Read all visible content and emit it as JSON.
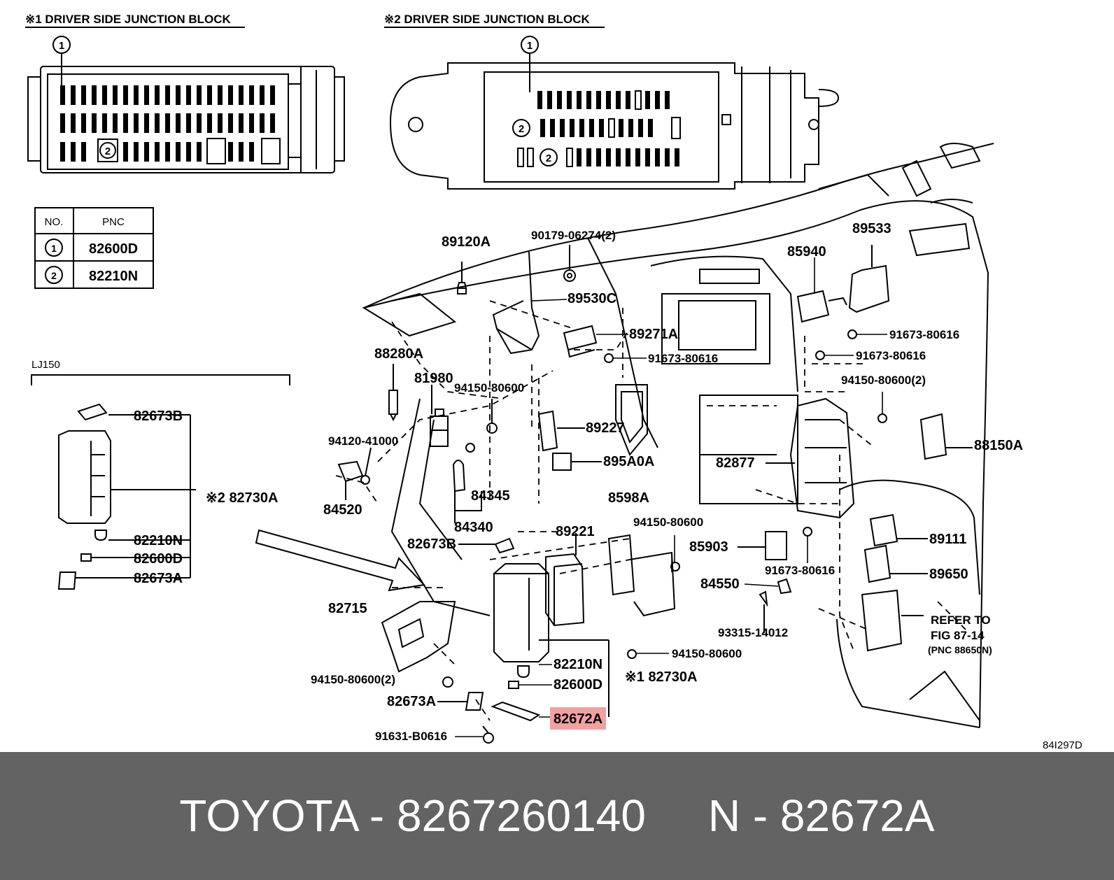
{
  "header": {
    "jb1_title": "※1 DRIVER SIDE JUNCTION BLOCK",
    "jb2_title": "※2 DRIVER SIDE JUNCTION BLOCK",
    "marker_1": "1",
    "marker_2": "2"
  },
  "pnc_table": {
    "col_no": "NO.",
    "col_pnc": "PNC",
    "rows": [
      {
        "no": "1",
        "pnc": "82600D"
      },
      {
        "no": "2",
        "pnc": "82210N"
      }
    ]
  },
  "variant_label": "LJ150",
  "part_labels": {
    "p82673B_left": "82673B",
    "p82730A_left": "※2 82730A",
    "p82210N_left": "82210N",
    "p82600D_left": "82600D",
    "p82673A_left": "82673A",
    "p89120A": "89120A",
    "p90179": "90179-06274(2)",
    "p89530C": "89530C",
    "p89271A": "89271A",
    "p91673_a": "91673-80616",
    "p88280A": "88280A",
    "p81980": "81980",
    "p94150_a": "94150-80600",
    "p89227": "89227",
    "p94120": "94120-41000",
    "p895A0A": "895A0A",
    "p84345": "84345",
    "p84520": "84520",
    "p84340": "84340",
    "p82673B_mid": "82673B",
    "p89221": "89221",
    "p8598A": "8598A",
    "p94150_b": "94150-80600",
    "p82877": "82877",
    "p85940": "85940",
    "p89533": "89533",
    "p91673_b": "91673-80616",
    "p91673_c": "91673-80616",
    "p94150_c": "94150-80600(2)",
    "p88150A": "88150A",
    "p85903": "85903",
    "p91673_d": "91673-80616",
    "p89111": "89111",
    "p89650": "89650",
    "p84550": "84550",
    "p82715": "82715",
    "p93315": "93315-14012",
    "p94150_d": "94150-80600",
    "p82730A_mid": "※1 82730A",
    "p82210N_mid": "82210N",
    "p82600D_mid": "82600D",
    "p94150_e": "94150-80600(2)",
    "p82673A_mid": "82673A",
    "p82672A": "82672A",
    "p91631": "91631-B0616",
    "refer_1": "REFER TO",
    "refer_2": "FIG 87-14",
    "refer_3": "(PNC 88650N)",
    "diagram_code": "84I297D"
  },
  "highlight_color": "#f2a0a0",
  "footer": {
    "text": "TOYOTA - 8267260140     N - 82672A"
  }
}
